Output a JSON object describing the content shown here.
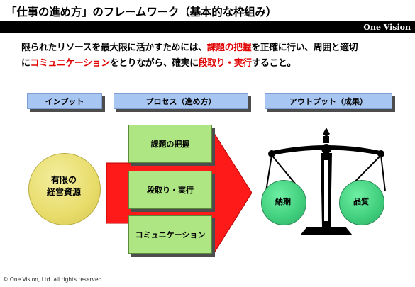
{
  "title": "「仕事の進め方」のフレームワーク（基本的な枠組み）",
  "brand": "One Vision",
  "intro": {
    "line1_a": "限られたリソースを最大限に活かすためには、",
    "line1_b": "課題の把握",
    "line1_c": "を正確に行い、周囲と適切",
    "line2_a": "に",
    "line2_b": "コミュニケーション",
    "line2_c": "をとりながら、確実に",
    "line2_d": "段取り・実行",
    "line2_e": "すること。"
  },
  "headers": {
    "input": "インプット",
    "process": "プロセス（進め方）",
    "output": "アウトプット（成果）"
  },
  "input_circle": {
    "line1": "有限の",
    "line2": "経営資源"
  },
  "process_steps": [
    "課題の把握",
    "段取り・実行",
    "コミュニケーション"
  ],
  "output_pans": {
    "left": "納期",
    "right": "品質"
  },
  "footer": "© One Vision, Ltd. all rights reserved",
  "colors": {
    "highlight": "#e00000",
    "header_fill": "#a8c6f2",
    "step_fill": "#aee684",
    "arrow": "#ff1a1a",
    "resource_fill": "#e8dc6a",
    "pan_fill": "#3fcd7c",
    "scale": "#000000"
  }
}
